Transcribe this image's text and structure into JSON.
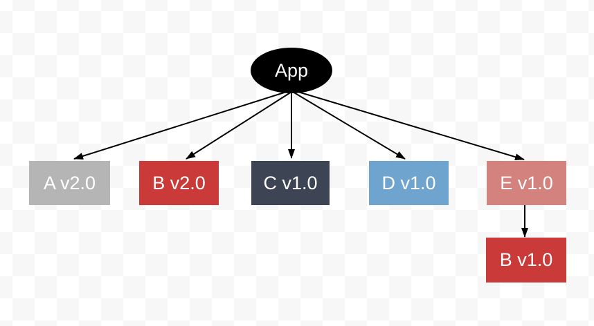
{
  "diagram": {
    "root": {
      "label": "App",
      "fill": "#000000",
      "text_color": "#ffffff"
    },
    "nodes": [
      {
        "label": "A v2.0",
        "fill": "#b5b5b5",
        "text_color": "#ffffff"
      },
      {
        "label": "B v2.0",
        "fill": "#c93a38",
        "text_color": "#ffffff"
      },
      {
        "label": "C v1.0",
        "fill": "#3d4454",
        "text_color": "#ffffff"
      },
      {
        "label": "D v1.0",
        "fill": "#6ea4ce",
        "text_color": "#ffffff"
      },
      {
        "label": "E v1.0",
        "fill": "#d3827e",
        "text_color": "#ffffff"
      },
      {
        "label": "B v1.0",
        "fill": "#c93a38",
        "text_color": "#ffffff"
      }
    ],
    "edges": [
      {
        "from": "App",
        "to": "A v2.0"
      },
      {
        "from": "App",
        "to": "B v2.0"
      },
      {
        "from": "App",
        "to": "C v1.0"
      },
      {
        "from": "App",
        "to": "D v1.0"
      },
      {
        "from": "App",
        "to": "E v1.0"
      },
      {
        "from": "E v1.0",
        "to": "B v1.0"
      }
    ],
    "edge_color": "#000000",
    "background": {
      "checker_light": "#ffffff",
      "checker_dark": "#f7f7f7"
    }
  }
}
